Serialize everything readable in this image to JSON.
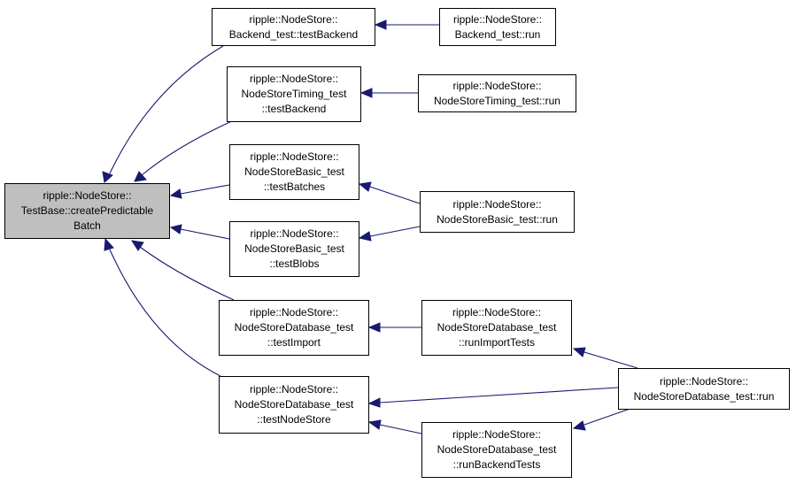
{
  "graph": {
    "nodes": {
      "root": {
        "lines": [
          "ripple::NodeStore::",
          "TestBase::createPredictable",
          "Batch"
        ]
      },
      "backend_testBackend": {
        "lines": [
          "ripple::NodeStore::",
          "Backend_test::testBackend"
        ]
      },
      "backend_run": {
        "lines": [
          "ripple::NodeStore::",
          "Backend_test::run"
        ]
      },
      "timing_testBackend": {
        "lines": [
          "ripple::NodeStore::",
          "NodeStoreTiming_test",
          "::testBackend"
        ]
      },
      "timing_run": {
        "lines": [
          "ripple::NodeStore::",
          "NodeStoreTiming_test::run"
        ]
      },
      "basic_testBatches": {
        "lines": [
          "ripple::NodeStore::",
          "NodeStoreBasic_test",
          "::testBatches"
        ]
      },
      "basic_testBlobs": {
        "lines": [
          "ripple::NodeStore::",
          "NodeStoreBasic_test",
          "::testBlobs"
        ]
      },
      "basic_run": {
        "lines": [
          "ripple::NodeStore::",
          "NodeStoreBasic_test::run"
        ]
      },
      "db_testImport": {
        "lines": [
          "ripple::NodeStore::",
          "NodeStoreDatabase_test",
          "::testImport"
        ]
      },
      "db_runImportTests": {
        "lines": [
          "ripple::NodeStore::",
          "NodeStoreDatabase_test",
          "::runImportTests"
        ]
      },
      "db_testNodeStore": {
        "lines": [
          "ripple::NodeStore::",
          "NodeStoreDatabase_test",
          "::testNodeStore"
        ]
      },
      "db_runBackendTests": {
        "lines": [
          "ripple::NodeStore::",
          "NodeStoreDatabase_test",
          "::runBackendTests"
        ]
      },
      "db_run": {
        "lines": [
          "ripple::NodeStore::",
          "NodeStoreDatabase_test::run"
        ]
      }
    },
    "edges": [
      {
        "from": "backend_testBackend",
        "to": "root"
      },
      {
        "from": "timing_testBackend",
        "to": "root"
      },
      {
        "from": "basic_testBatches",
        "to": "root"
      },
      {
        "from": "basic_testBlobs",
        "to": "root"
      },
      {
        "from": "db_testImport",
        "to": "root"
      },
      {
        "from": "db_testNodeStore",
        "to": "root"
      },
      {
        "from": "backend_run",
        "to": "backend_testBackend"
      },
      {
        "from": "timing_run",
        "to": "timing_testBackend"
      },
      {
        "from": "basic_run",
        "to": "basic_testBatches"
      },
      {
        "from": "basic_run",
        "to": "basic_testBlobs"
      },
      {
        "from": "db_runImportTests",
        "to": "db_testImport"
      },
      {
        "from": "db_run",
        "to": "db_testNodeStore"
      },
      {
        "from": "db_runBackendTests",
        "to": "db_testNodeStore"
      },
      {
        "from": "db_run",
        "to": "db_runImportTests"
      },
      {
        "from": "db_run",
        "to": "db_runBackendTests"
      }
    ],
    "colors": {
      "edge": "#191970",
      "node_border": "#000000",
      "root_fill": "#bfbfbf",
      "node_fill": "#ffffff"
    }
  }
}
